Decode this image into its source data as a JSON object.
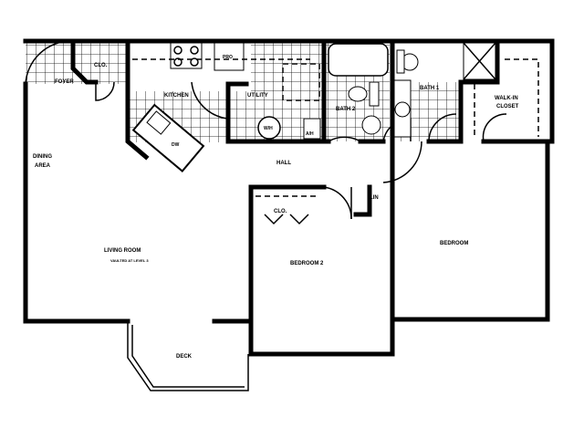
{
  "rooms": {
    "foyer": "FOYER",
    "foyer_closet": "CLO.",
    "kitchen": "KITCHEN",
    "utility": "UTILITY",
    "refrigerator": "PRO",
    "water_heater": "W/H",
    "air_handler": "A/H",
    "dishwasher": "DW",
    "bath2": "BATH 2",
    "bath1": "BATH 1",
    "walkin_line1": "WALK-IN",
    "walkin_line2": "CLOSET",
    "dining_line1": "DINING",
    "dining_line2": "AREA",
    "hall": "HALL",
    "linen": "LIN",
    "bedroom2_closet": "CLO.",
    "bedroom2": "BEDROOM 2",
    "bedroom": "BEDROOM",
    "living": "LIVING ROOM",
    "living_note": "VAULTED AT LEVEL 3",
    "deck": "DECK"
  }
}
